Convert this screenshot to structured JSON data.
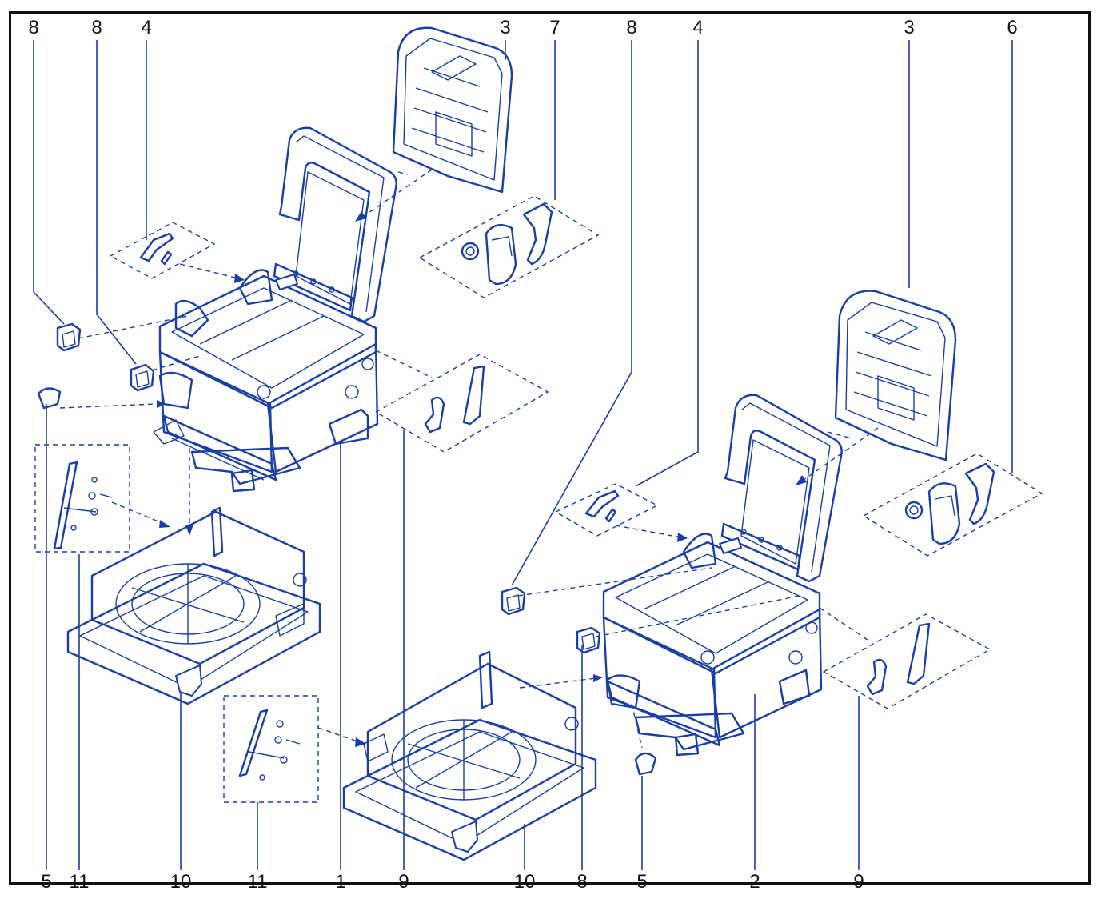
{
  "callouts_top": [
    "8",
    "8",
    "4",
    "3",
    "7",
    "8",
    "4",
    "3",
    "6"
  ],
  "callouts_bottom": [
    "5",
    "11",
    "10",
    "11",
    "1",
    "9",
    "10",
    "8",
    "5",
    "2",
    "9"
  ],
  "colors": {
    "line": "#1a3ea8",
    "frame": "#111111",
    "background": "#ffffff"
  }
}
